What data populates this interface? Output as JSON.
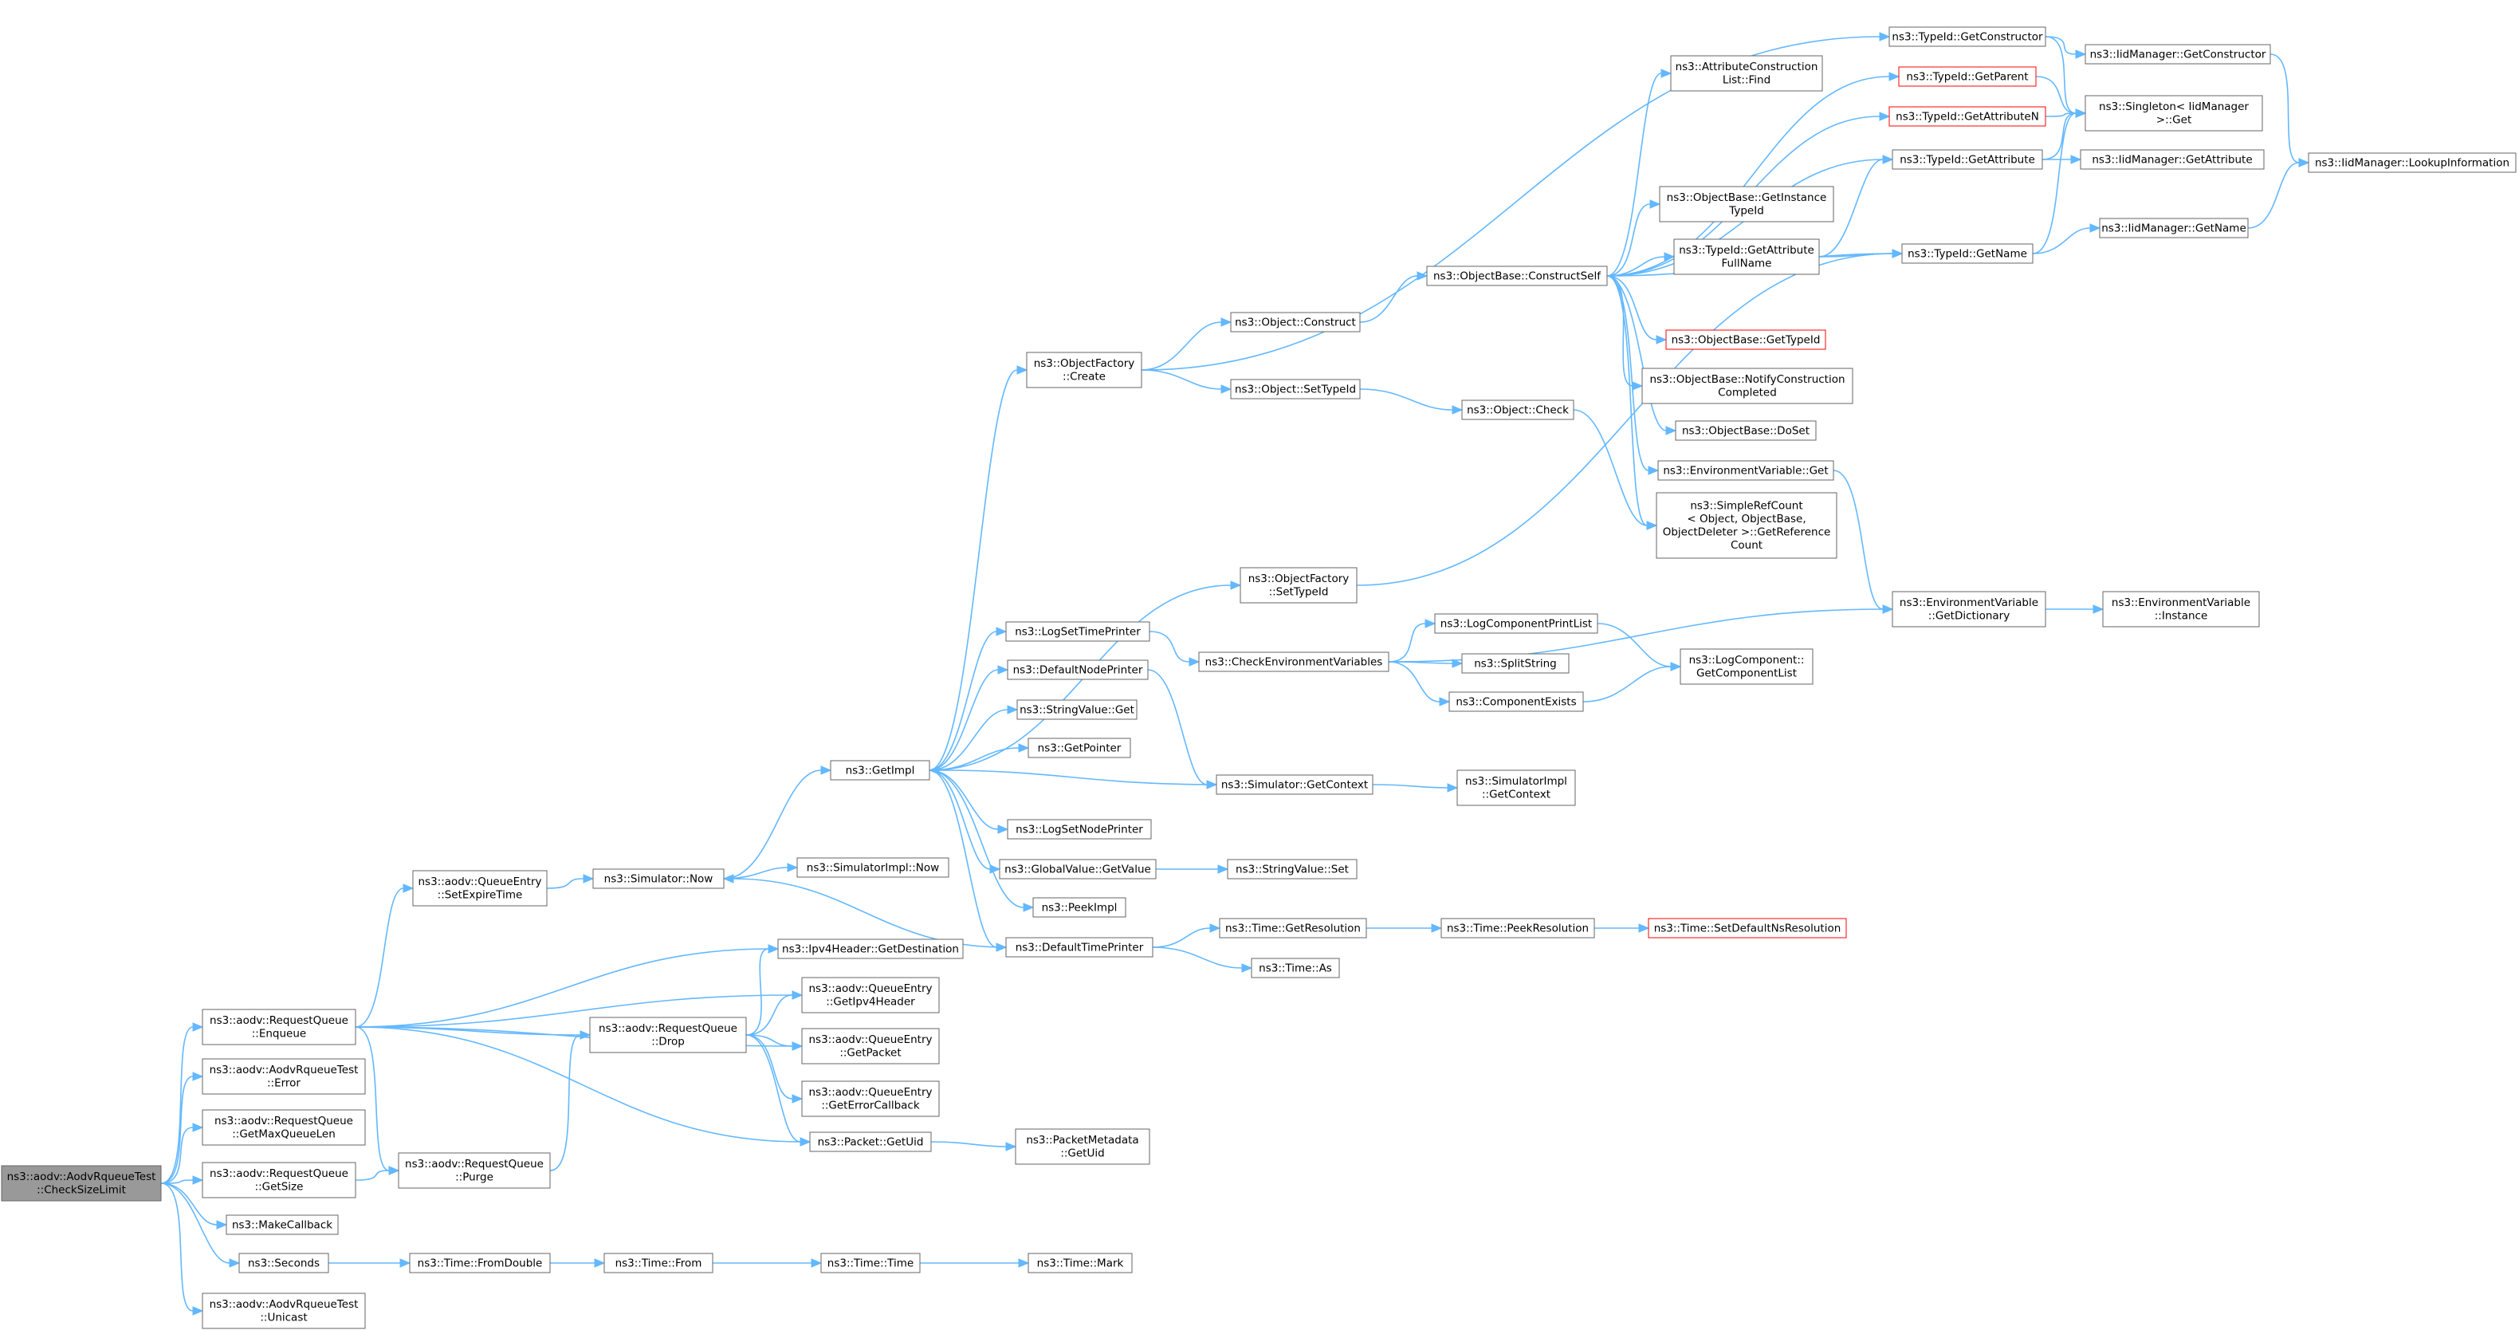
{
  "graph": {
    "title": "",
    "nodes": [
      {
        "id": "root",
        "lines": [
          "ns3::aodv::AodvRqueueTest",
          "::CheckSizeLimit"
        ],
        "style": "root"
      },
      {
        "id": "enqueue",
        "lines": [
          "ns3::aodv::RequestQueue",
          "::Enqueue"
        ]
      },
      {
        "id": "error",
        "lines": [
          "ns3::aodv::AodvRqueueTest",
          "::Error"
        ]
      },
      {
        "id": "getmaxqueuelen",
        "lines": [
          "ns3::aodv::RequestQueue",
          "::GetMaxQueueLen"
        ]
      },
      {
        "id": "getsize",
        "lines": [
          "ns3::aodv::RequestQueue",
          "::GetSize"
        ]
      },
      {
        "id": "makecallback",
        "lines": [
          "ns3::MakeCallback"
        ]
      },
      {
        "id": "seconds",
        "lines": [
          "ns3::Seconds"
        ]
      },
      {
        "id": "unicast",
        "lines": [
          "ns3::aodv::AodvRqueueTest",
          "::Unicast"
        ]
      },
      {
        "id": "setexpiretime",
        "lines": [
          "ns3::aodv::QueueEntry",
          "::SetExpireTime"
        ]
      },
      {
        "id": "purge",
        "lines": [
          "ns3::aodv::RequestQueue",
          "::Purge"
        ]
      },
      {
        "id": "timefromdouble",
        "lines": [
          "ns3::Time::FromDouble"
        ]
      },
      {
        "id": "simnow",
        "lines": [
          "ns3::Simulator::Now"
        ]
      },
      {
        "id": "drop",
        "lines": [
          "ns3::aodv::RequestQueue",
          "::Drop"
        ]
      },
      {
        "id": "timefrom",
        "lines": [
          "ns3::Time::From"
        ]
      },
      {
        "id": "getimpl",
        "lines": [
          "ns3::GetImpl"
        ]
      },
      {
        "id": "simimplnow",
        "lines": [
          "ns3::SimulatorImpl::Now"
        ]
      },
      {
        "id": "ipv4getdest",
        "lines": [
          "ns3::Ipv4Header::GetDestination"
        ]
      },
      {
        "id": "getipv4header",
        "lines": [
          "ns3::aodv::QueueEntry",
          "::GetIpv4Header"
        ]
      },
      {
        "id": "getpacket",
        "lines": [
          "ns3::aodv::QueueEntry",
          "::GetPacket"
        ]
      },
      {
        "id": "geterrorcallback",
        "lines": [
          "ns3::aodv::QueueEntry",
          "::GetErrorCallback"
        ]
      },
      {
        "id": "packetgetuid",
        "lines": [
          "ns3::Packet::GetUid"
        ]
      },
      {
        "id": "timetime",
        "lines": [
          "ns3::Time::Time"
        ]
      },
      {
        "id": "objfactorycreate",
        "lines": [
          "ns3::ObjectFactory",
          "::Create"
        ]
      },
      {
        "id": "objfactorysettypeid",
        "lines": [
          "ns3::ObjectFactory",
          "::SetTypeId"
        ]
      },
      {
        "id": "logsettimeprinter",
        "lines": [
          "ns3::LogSetTimePrinter"
        ]
      },
      {
        "id": "defaultnodeprinter",
        "lines": [
          "ns3::DefaultNodePrinter"
        ]
      },
      {
        "id": "stringvalueget",
        "lines": [
          "ns3::StringValue::Get"
        ]
      },
      {
        "id": "getpointer",
        "lines": [
          "ns3::GetPointer"
        ]
      },
      {
        "id": "logsetnodeprinter",
        "lines": [
          "ns3::LogSetNodePrinter"
        ]
      },
      {
        "id": "globalvaluegetvalue",
        "lines": [
          "ns3::GlobalValue::GetValue"
        ]
      },
      {
        "id": "peekimpl",
        "lines": [
          "ns3::PeekImpl"
        ]
      },
      {
        "id": "defaulttimeprinter",
        "lines": [
          "ns3::DefaultTimePrinter"
        ]
      },
      {
        "id": "packetmetadatagetuid",
        "lines": [
          "ns3::PacketMetadata",
          "::GetUid"
        ]
      },
      {
        "id": "timemark",
        "lines": [
          "ns3::Time::Mark"
        ]
      },
      {
        "id": "objectconstruct",
        "lines": [
          "ns3::Object::Construct"
        ]
      },
      {
        "id": "objectsettypeid",
        "lines": [
          "ns3::Object::SetTypeId"
        ]
      },
      {
        "id": "checkenvvars",
        "lines": [
          "ns3::CheckEnvironmentVariables"
        ]
      },
      {
        "id": "simgetcontext",
        "lines": [
          "ns3::Simulator::GetContext"
        ]
      },
      {
        "id": "stringvalueset",
        "lines": [
          "ns3::StringValue::Set"
        ]
      },
      {
        "id": "timegetresolution",
        "lines": [
          "ns3::Time::GetResolution"
        ]
      },
      {
        "id": "timeas",
        "lines": [
          "ns3::Time::As"
        ]
      },
      {
        "id": "constructself",
        "lines": [
          "ns3::ObjectBase::ConstructSelf"
        ]
      },
      {
        "id": "objectcheck",
        "lines": [
          "ns3::Object::Check"
        ]
      },
      {
        "id": "logcomponentprintlist",
        "lines": [
          "ns3::LogComponentPrintList"
        ]
      },
      {
        "id": "splitstring",
        "lines": [
          "ns3::SplitString"
        ]
      },
      {
        "id": "componentexists",
        "lines": [
          "ns3::ComponentExists"
        ]
      },
      {
        "id": "simimplgetcontext",
        "lines": [
          "ns3::SimulatorImpl",
          "::GetContext"
        ]
      },
      {
        "id": "timepeekresolution",
        "lines": [
          "ns3::Time::PeekResolution"
        ]
      },
      {
        "id": "attrconstrlistfind",
        "lines": [
          "ns3::AttributeConstruction",
          "List::Find"
        ]
      },
      {
        "id": "getinstancetypeid",
        "lines": [
          "ns3::ObjectBase::GetInstance",
          "TypeId"
        ]
      },
      {
        "id": "typeidgetattrfullname",
        "lines": [
          "ns3::TypeId::GetAttribute",
          "FullName"
        ]
      },
      {
        "id": "objbasegettypeid",
        "lines": [
          "ns3::ObjectBase::GetTypeId"
        ],
        "style": "red"
      },
      {
        "id": "notifyconstructioncompleted",
        "lines": [
          "ns3::ObjectBase::NotifyConstruction",
          "Completed"
        ]
      },
      {
        "id": "objbasedoset",
        "lines": [
          "ns3::ObjectBase::DoSet"
        ]
      },
      {
        "id": "envvarget",
        "lines": [
          "ns3::EnvironmentVariable::Get"
        ]
      },
      {
        "id": "simplerefcount",
        "lines": [
          "ns3::SimpleRefCount",
          "< Object, ObjectBase,",
          "ObjectDeleter >::GetReference",
          "Count"
        ]
      },
      {
        "id": "logcomponentgetlist",
        "lines": [
          "ns3::LogComponent::",
          "GetComponentList"
        ]
      },
      {
        "id": "setdefaultnsres",
        "lines": [
          "ns3::Time::SetDefaultNsResolution"
        ],
        "style": "red"
      },
      {
        "id": "typeidgetconstructor",
        "lines": [
          "ns3::TypeId::GetConstructor"
        ]
      },
      {
        "id": "typeidgetparent",
        "lines": [
          "ns3::TypeId::GetParent"
        ],
        "style": "red"
      },
      {
        "id": "typeidgetattributen",
        "lines": [
          "ns3::TypeId::GetAttributeN"
        ],
        "style": "red"
      },
      {
        "id": "typeidgetattribute",
        "lines": [
          "ns3::TypeId::GetAttribute"
        ]
      },
      {
        "id": "typeidgetname",
        "lines": [
          "ns3::TypeId::GetName"
        ]
      },
      {
        "id": "envvargetdictionary",
        "lines": [
          "ns3::EnvironmentVariable",
          "::GetDictionary"
        ]
      },
      {
        "id": "iidgetconstructor",
        "lines": [
          "ns3::IidManager::GetConstructor"
        ]
      },
      {
        "id": "singletonget",
        "lines": [
          "ns3::Singleton< IidManager",
          ">::Get"
        ]
      },
      {
        "id": "iidgetattribute",
        "lines": [
          "ns3::IidManager::GetAttribute"
        ]
      },
      {
        "id": "iidgetname",
        "lines": [
          "ns3::IidManager::GetName"
        ]
      },
      {
        "id": "envvarinstance",
        "lines": [
          "ns3::EnvironmentVariable",
          "::Instance"
        ]
      },
      {
        "id": "iidlookupinfo",
        "lines": [
          "ns3::IidManager::LookupInformation"
        ]
      }
    ],
    "edges": [
      [
        "root",
        "enqueue"
      ],
      [
        "root",
        "error"
      ],
      [
        "root",
        "getmaxqueuelen"
      ],
      [
        "root",
        "getsize"
      ],
      [
        "root",
        "makecallback"
      ],
      [
        "root",
        "seconds"
      ],
      [
        "root",
        "unicast"
      ],
      [
        "enqueue",
        "setexpiretime"
      ],
      [
        "enqueue",
        "ipv4getdest"
      ],
      [
        "enqueue",
        "getipv4header"
      ],
      [
        "enqueue",
        "getpacket"
      ],
      [
        "enqueue",
        "drop"
      ],
      [
        "enqueue",
        "packetgetuid"
      ],
      [
        "enqueue",
        "purge"
      ],
      [
        "getsize",
        "purge"
      ],
      [
        "purge",
        "drop"
      ],
      [
        "seconds",
        "timefromdouble"
      ],
      [
        "timefromdouble",
        "timefrom"
      ],
      [
        "timefrom",
        "timetime"
      ],
      [
        "timetime",
        "timemark"
      ],
      [
        "setexpiretime",
        "simnow"
      ],
      [
        "simnow",
        "getimpl"
      ],
      [
        "simnow",
        "simimplnow"
      ],
      [
        "drop",
        "ipv4getdest"
      ],
      [
        "drop",
        "getipv4header"
      ],
      [
        "drop",
        "getpacket"
      ],
      [
        "drop",
        "geterrorcallback"
      ],
      [
        "drop",
        "packetgetuid"
      ],
      [
        "packetgetuid",
        "packetmetadatagetuid"
      ],
      [
        "getimpl",
        "objfactorycreate"
      ],
      [
        "getimpl",
        "objfactorysettypeid"
      ],
      [
        "getimpl",
        "logsettimeprinter"
      ],
      [
        "getimpl",
        "defaultnodeprinter"
      ],
      [
        "getimpl",
        "stringvalueget"
      ],
      [
        "getimpl",
        "getpointer"
      ],
      [
        "getimpl",
        "logsetnodeprinter"
      ],
      [
        "getimpl",
        "globalvaluegetvalue"
      ],
      [
        "getimpl",
        "peekimpl"
      ],
      [
        "getimpl",
        "defaulttimeprinter"
      ],
      [
        "defaulttimeprinter",
        "simnow"
      ],
      [
        "defaulttimeprinter",
        "timegetresolution"
      ],
      [
        "defaulttimeprinter",
        "timeas"
      ],
      [
        "simgetcontext",
        "getimpl"
      ],
      [
        "simgetcontext",
        "simimplgetcontext"
      ],
      [
        "defaultnodeprinter",
        "simgetcontext"
      ],
      [
        "logsettimeprinter",
        "checkenvvars"
      ],
      [
        "checkenvvars",
        "logcomponentprintlist"
      ],
      [
        "checkenvvars",
        "splitstring"
      ],
      [
        "checkenvvars",
        "componentexists"
      ],
      [
        "checkenvvars",
        "envvargetdictionary"
      ],
      [
        "logcomponentprintlist",
        "logcomponentgetlist"
      ],
      [
        "componentexists",
        "logcomponentgetlist"
      ],
      [
        "globalvaluegetvalue",
        "stringvalueset"
      ],
      [
        "timegetresolution",
        "timepeekresolution"
      ],
      [
        "timepeekresolution",
        "setdefaultnsres"
      ],
      [
        "objfactorycreate",
        "objectconstruct"
      ],
      [
        "objfactorycreate",
        "objectsettypeid"
      ],
      [
        "objfactorycreate",
        "typeidgetconstructor"
      ],
      [
        "objectconstruct",
        "constructself"
      ],
      [
        "objectsettypeid",
        "objectcheck"
      ],
      [
        "objectcheck",
        "simplerefcount"
      ],
      [
        "objfactorysettypeid",
        "typeidgetname"
      ],
      [
        "constructself",
        "attrconstrlistfind"
      ],
      [
        "constructself",
        "getinstancetypeid"
      ],
      [
        "constructself",
        "typeidgetattrfullname"
      ],
      [
        "constructself",
        "objbasegettypeid"
      ],
      [
        "constructself",
        "notifyconstructioncompleted"
      ],
      [
        "constructself",
        "objbasedoset"
      ],
      [
        "constructself",
        "envvarget"
      ],
      [
        "constructself",
        "simplerefcount"
      ],
      [
        "constructself",
        "typeidgetparent"
      ],
      [
        "constructself",
        "typeidgetattributen"
      ],
      [
        "constructself",
        "typeidgetattribute"
      ],
      [
        "constructself",
        "typeidgetname"
      ],
      [
        "typeidgetattrfullname",
        "typeidgetattribute"
      ],
      [
        "typeidgetattrfullname",
        "typeidgetname"
      ],
      [
        "envvarget",
        "envvargetdictionary"
      ],
      [
        "envvargetdictionary",
        "envvarinstance"
      ],
      [
        "typeidgetconstructor",
        "iidgetconstructor"
      ],
      [
        "typeidgetconstructor",
        "singletonget"
      ],
      [
        "typeidgetparent",
        "singletonget"
      ],
      [
        "typeidgetattributen",
        "singletonget"
      ],
      [
        "typeidgetattribute",
        "singletonget"
      ],
      [
        "typeidgetattribute",
        "iidgetattribute"
      ],
      [
        "typeidgetname",
        "singletonget"
      ],
      [
        "typeidgetname",
        "iidgetname"
      ],
      [
        "iidgetconstructor",
        "iidlookupinfo"
      ],
      [
        "iidgetname",
        "iidlookupinfo"
      ]
    ]
  }
}
